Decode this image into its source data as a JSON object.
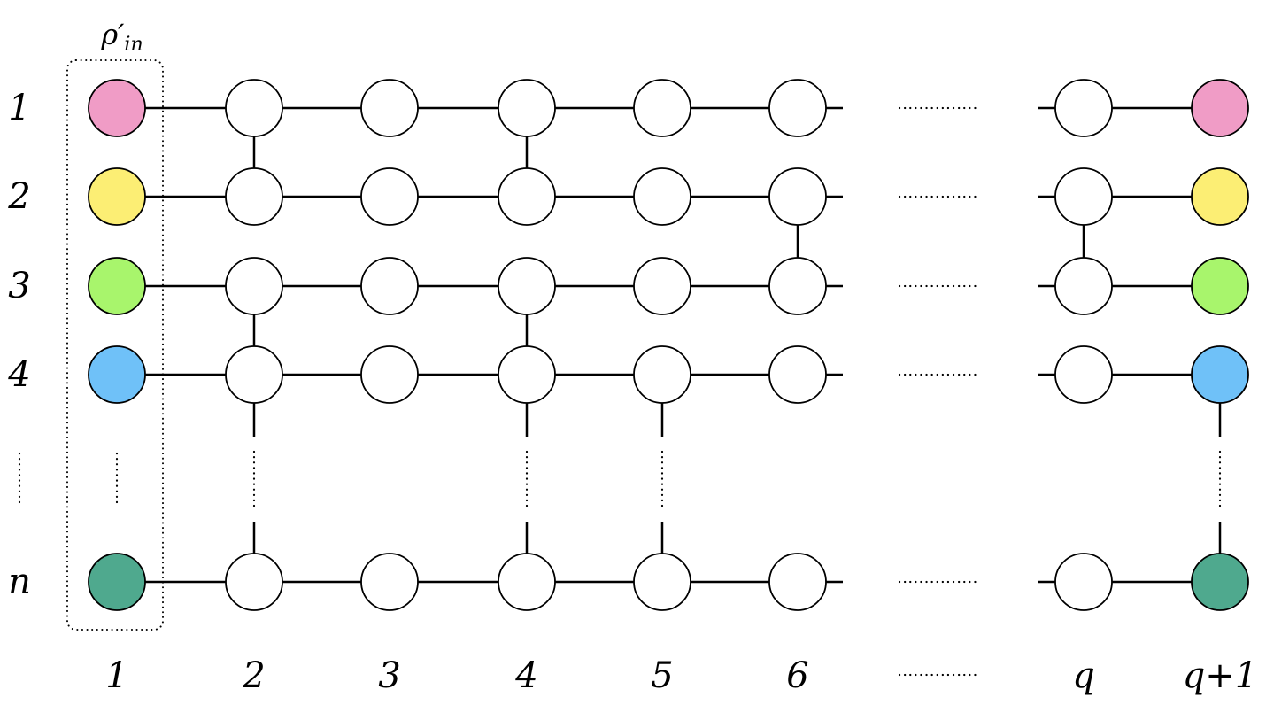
{
  "input_box_label": "ρ′",
  "input_box_subscript": "in",
  "rows": [
    {
      "label": "1",
      "terminal_color": "#f09cc6",
      "key": "r1"
    },
    {
      "label": "2",
      "terminal_color": "#fcee74",
      "key": "r2"
    },
    {
      "label": "3",
      "terminal_color": "#a8f56c",
      "key": "r3"
    },
    {
      "label": "4",
      "terminal_color": "#6fc1f8",
      "key": "r4"
    },
    {
      "label": "n",
      "terminal_color": "#4fa98e",
      "key": "rn"
    }
  ],
  "row_ellipsis": "⋮",
  "columns": [
    {
      "label": "1",
      "key": "c1"
    },
    {
      "label": "2",
      "key": "c2"
    },
    {
      "label": "3",
      "key": "c3"
    },
    {
      "label": "4",
      "key": "c4"
    },
    {
      "label": "5",
      "key": "c5"
    },
    {
      "label": "6",
      "key": "c6"
    },
    {
      "label": "q",
      "key": "cq"
    },
    {
      "label": "q+1",
      "key": "cq1"
    }
  ],
  "column_ellipsis": "………",
  "couplings": [
    {
      "column": "c2",
      "between": [
        "r1",
        "r2"
      ]
    },
    {
      "column": "c4",
      "between": [
        "r1",
        "r2"
      ]
    },
    {
      "column": "c6",
      "between": [
        "r2",
        "r3"
      ]
    },
    {
      "column": "cq",
      "between": [
        "r2",
        "r3"
      ]
    },
    {
      "column": "c2",
      "between": [
        "r3",
        "r4"
      ]
    },
    {
      "column": "c4",
      "between": [
        "r3",
        "r4"
      ]
    },
    {
      "column": "c2",
      "between": [
        "r4",
        "rn"
      ]
    },
    {
      "column": "c4",
      "between": [
        "r4",
        "rn"
      ]
    },
    {
      "column": "c5",
      "between": [
        "r4",
        "rn"
      ]
    },
    {
      "column": "cq1",
      "between": [
        "r4",
        "rn"
      ]
    }
  ]
}
